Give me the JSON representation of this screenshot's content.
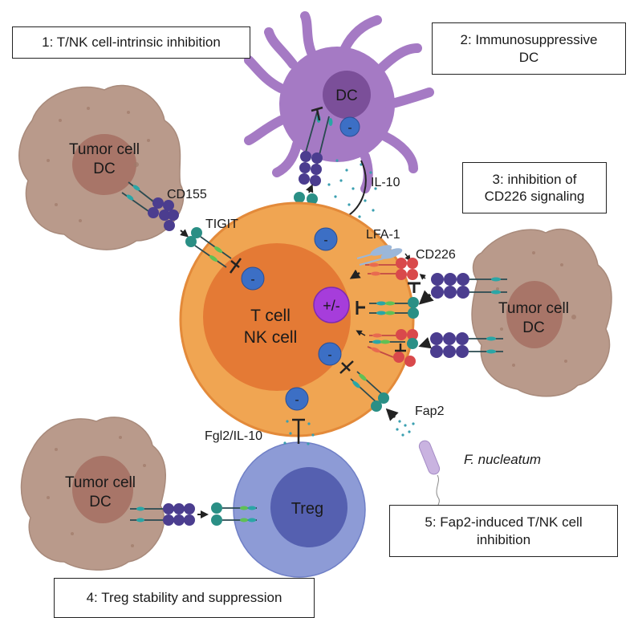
{
  "colors": {
    "tumor_cell": "#b99a8b",
    "tumor_nucleus": "#a87568",
    "t_cell": "#f0a552",
    "t_cell_border": "#e38a3a",
    "t_nucleus": "#e47a35",
    "dc": "#a57ac4",
    "dc_nucleus": "#7b4f99",
    "treg": "#8d9bd6",
    "treg_nucleus": "#5560b0",
    "inhibitory_node": "#3c6fc5",
    "dual_node": "#a63ddb",
    "cd155": "#4b3d8f",
    "tigit": "#2a8f85",
    "cd226": "#d9494b",
    "lfa1": "#9bb7d9",
    "il10_dots": "#3a9fb0",
    "bacterium": "#c9b3e0"
  },
  "boxes": {
    "box1": "1: T/NK cell-intrinsic inhibition",
    "box2_line1": "2: Immunosuppressive",
    "box2_line2": "DC",
    "box3_line1": "3: inhibition of",
    "box3_line2": "CD226 signaling",
    "box4": "4: Treg stability and suppression",
    "box5_line1": "5: Fap2-induced T/NK cell",
    "box5_line2": "inhibition"
  },
  "cells": {
    "tumor_tl_line1": "Tumor cell",
    "tumor_tl_line2": "DC",
    "tumor_r_line1": "Tumor cell",
    "tumor_r_line2": "DC",
    "tumor_bl_line1": "Tumor cell",
    "tumor_bl_line2": "DC",
    "dc": "DC",
    "tcell_line1": "T cell",
    "tcell_line2": "NK cell",
    "treg": "Treg"
  },
  "labels": {
    "cd155": "CD155",
    "tigit": "TIGIT",
    "il10": "IL-10",
    "lfa1": "LFA-1",
    "cd226": "CD226",
    "fap2": "Fap2",
    "fgl2_il10": "Fgl2/IL-10",
    "f_nucleatum": "F. nucleatum",
    "minus": "-",
    "plus_minus": "+/-"
  }
}
